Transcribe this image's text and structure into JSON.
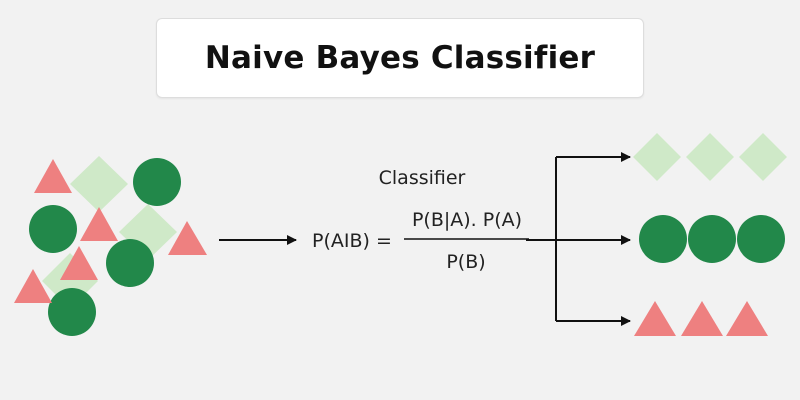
{
  "title": "Naive Bayes Classifier",
  "classifier": {
    "label": "Classifier",
    "formula_left": "P(AIB) =",
    "numerator": "P(B|A). P(A)",
    "denominator": "P(B)"
  },
  "colors": {
    "triangle": "#ee8080",
    "circle": "#22884a",
    "diamond": "#cfe9c8",
    "background": "#f2f2f2",
    "stroke": "#111111"
  },
  "icons": {
    "input_shapes": [
      "diamond-icon",
      "triangle-icon",
      "circle-icon"
    ],
    "output_rows": [
      "diamond-icon",
      "circle-icon",
      "triangle-icon"
    ]
  }
}
